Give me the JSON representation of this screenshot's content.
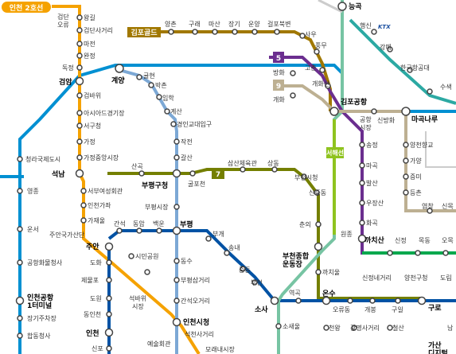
{
  "map": {
    "lines": [
      {
        "id": "incheon2",
        "label": "인천 2호선",
        "color": "#F5A200"
      },
      {
        "id": "gimpo",
        "label": "김포골드",
        "color": "#A17800"
      },
      {
        "id": "line5",
        "label": "5",
        "color": "#996CAC"
      },
      {
        "id": "line9",
        "label": "9",
        "color": "#BDB092"
      },
      {
        "id": "line7",
        "label": "7",
        "color": "#747F00"
      },
      {
        "id": "seohae",
        "label": "서해선",
        "color": "#8FC31F"
      },
      {
        "id": "airport",
        "color": "#0090D2"
      },
      {
        "id": "line1",
        "color": "#0052A4"
      },
      {
        "id": "suin",
        "color": "#F5A200"
      },
      {
        "id": "incheon1",
        "color": "#7CA8D5"
      },
      {
        "id": "gyeongui",
        "color": "#77C4A3"
      },
      {
        "id": "gimpo_purple",
        "color": "#6B2E8F"
      },
      {
        "id": "line2_green",
        "color": "#00A84D"
      },
      {
        "id": "sillim_teal",
        "color": "#2CA9A3"
      },
      {
        "id": "ktx",
        "label": "KTX",
        "color": "#1A4FA0"
      }
    ],
    "stations": {
      "geomdan_oryu": "검단\n오류",
      "wanggil": "왕길",
      "geomdan_sageori": "검단사거리",
      "maejeon": "마전",
      "wanjeong": "완정",
      "dokjeong": "독정",
      "geomam": "검암",
      "geombawi": "검바위",
      "asiad": "아시아드경기장",
      "seogu_office": "서구청",
      "gajeong": "가정",
      "gajeong_market": "가정중앙시장",
      "cheongna": "청라국제도시",
      "seoknam": "석남",
      "seobu": "서부여성회관",
      "incheon_gaja": "인천가좌",
      "gajaeul": "가재울",
      "juangukgasandan": "주안국가산단",
      "yeongjong": "영종",
      "unseo": "운서",
      "cargo": "공항화물청사",
      "t1": "인천공항\n1터미널",
      "long_term": "장기주차장",
      "haptong": "합동청사",
      "gyeyang": "계양",
      "gyulhyeon": "귤현",
      "bakchon": "박촌",
      "imhak": "임학",
      "gyesan": "계산",
      "gyeongin_univ": "경인교대입구",
      "jakjeon": "작전",
      "galsan": "갈산",
      "bupyeong_gu": "부평구청",
      "bupyeong_market": "부평시장",
      "sangok": "산곡",
      "gulpocheon": "굴포천",
      "samsan": "삼산체육관",
      "sangdong": "상동",
      "bucheon_city": "부천시청",
      "sinjung": "신중동",
      "chunui": "춘의",
      "bucheon_sports": "부천종합\n운동장",
      "kkachiul": "까치울",
      "ganseok": "간석",
      "dongam": "동암",
      "baegun": "백운",
      "bupyeong": "부평",
      "bugae": "부개",
      "songnae": "송내",
      "jungdong": "중동",
      "bucheon": "부천",
      "sosa": "소사",
      "yeokgok": "역곡",
      "onsu": "온수",
      "oryudong": "오류동",
      "gaebong": "개봉",
      "guil": "구일",
      "guro": "구로",
      "juan": "주안",
      "dohwa": "도화",
      "jemulpo": "제물포",
      "dowon": "도원",
      "dongincheon": "동인천",
      "incheon": "인천",
      "sinpo": "신포",
      "simingongwon": "시민공원",
      "seokbawi": "석바위\n시장",
      "dongsu": "동수",
      "bupyeong_sageori": "부평삼거리",
      "ganseok_ogeori": "간석오거리",
      "incheon_cityhall": "인천시청",
      "yesul": "예술회관",
      "seokcheon": "석천사거리",
      "moraenae": "모래내시장",
      "sosaeul": "소새울",
      "cheonwang": "천왕",
      "gwangmyeong": "광명사거리",
      "cheolsan": "철산",
      "yangchon": "양촌",
      "gurae": "구래",
      "masan": "마산",
      "janggi": "장기",
      "unyang": "운양",
      "geolpo": "걸포북변",
      "sau": "사우",
      "pungmu": "풍무",
      "gochon": "고촌",
      "banghwa": "방화",
      "gaehwasan": "개화산",
      "gaehwa": "개화",
      "gimpo_airport": "김포공항",
      "gonghang": "공항\n시장",
      "sinbanghwa": "신방화",
      "magongnaru": "마곡나루",
      "seoseoul_line_songjeong": "송정",
      "magok": "마곡",
      "balsan": "발산",
      "ujangsan": "우장산",
      "hwagok": "화곡",
      "kkachisan": "까치산",
      "sinjeong": "신정",
      "mokdong": "목동",
      "omok": "오목",
      "sinjeongne": "신정네거리",
      "yangcheon": "양천구청",
      "dorim": "도림",
      "yangcheon_hyanggyo": "양천향교",
      "gayang": "가양",
      "jeungmi": "증미",
      "deungchon": "등촌",
      "yeomchang": "염창",
      "sinmok": "신목",
      "neunggok": "능곡",
      "haengsin": "행신",
      "gangmae": "강매",
      "hangang_univ": "한국항공대",
      "susaek": "수색",
      "gasan": "가산\n디지털",
      "nam": "남"
    }
  }
}
